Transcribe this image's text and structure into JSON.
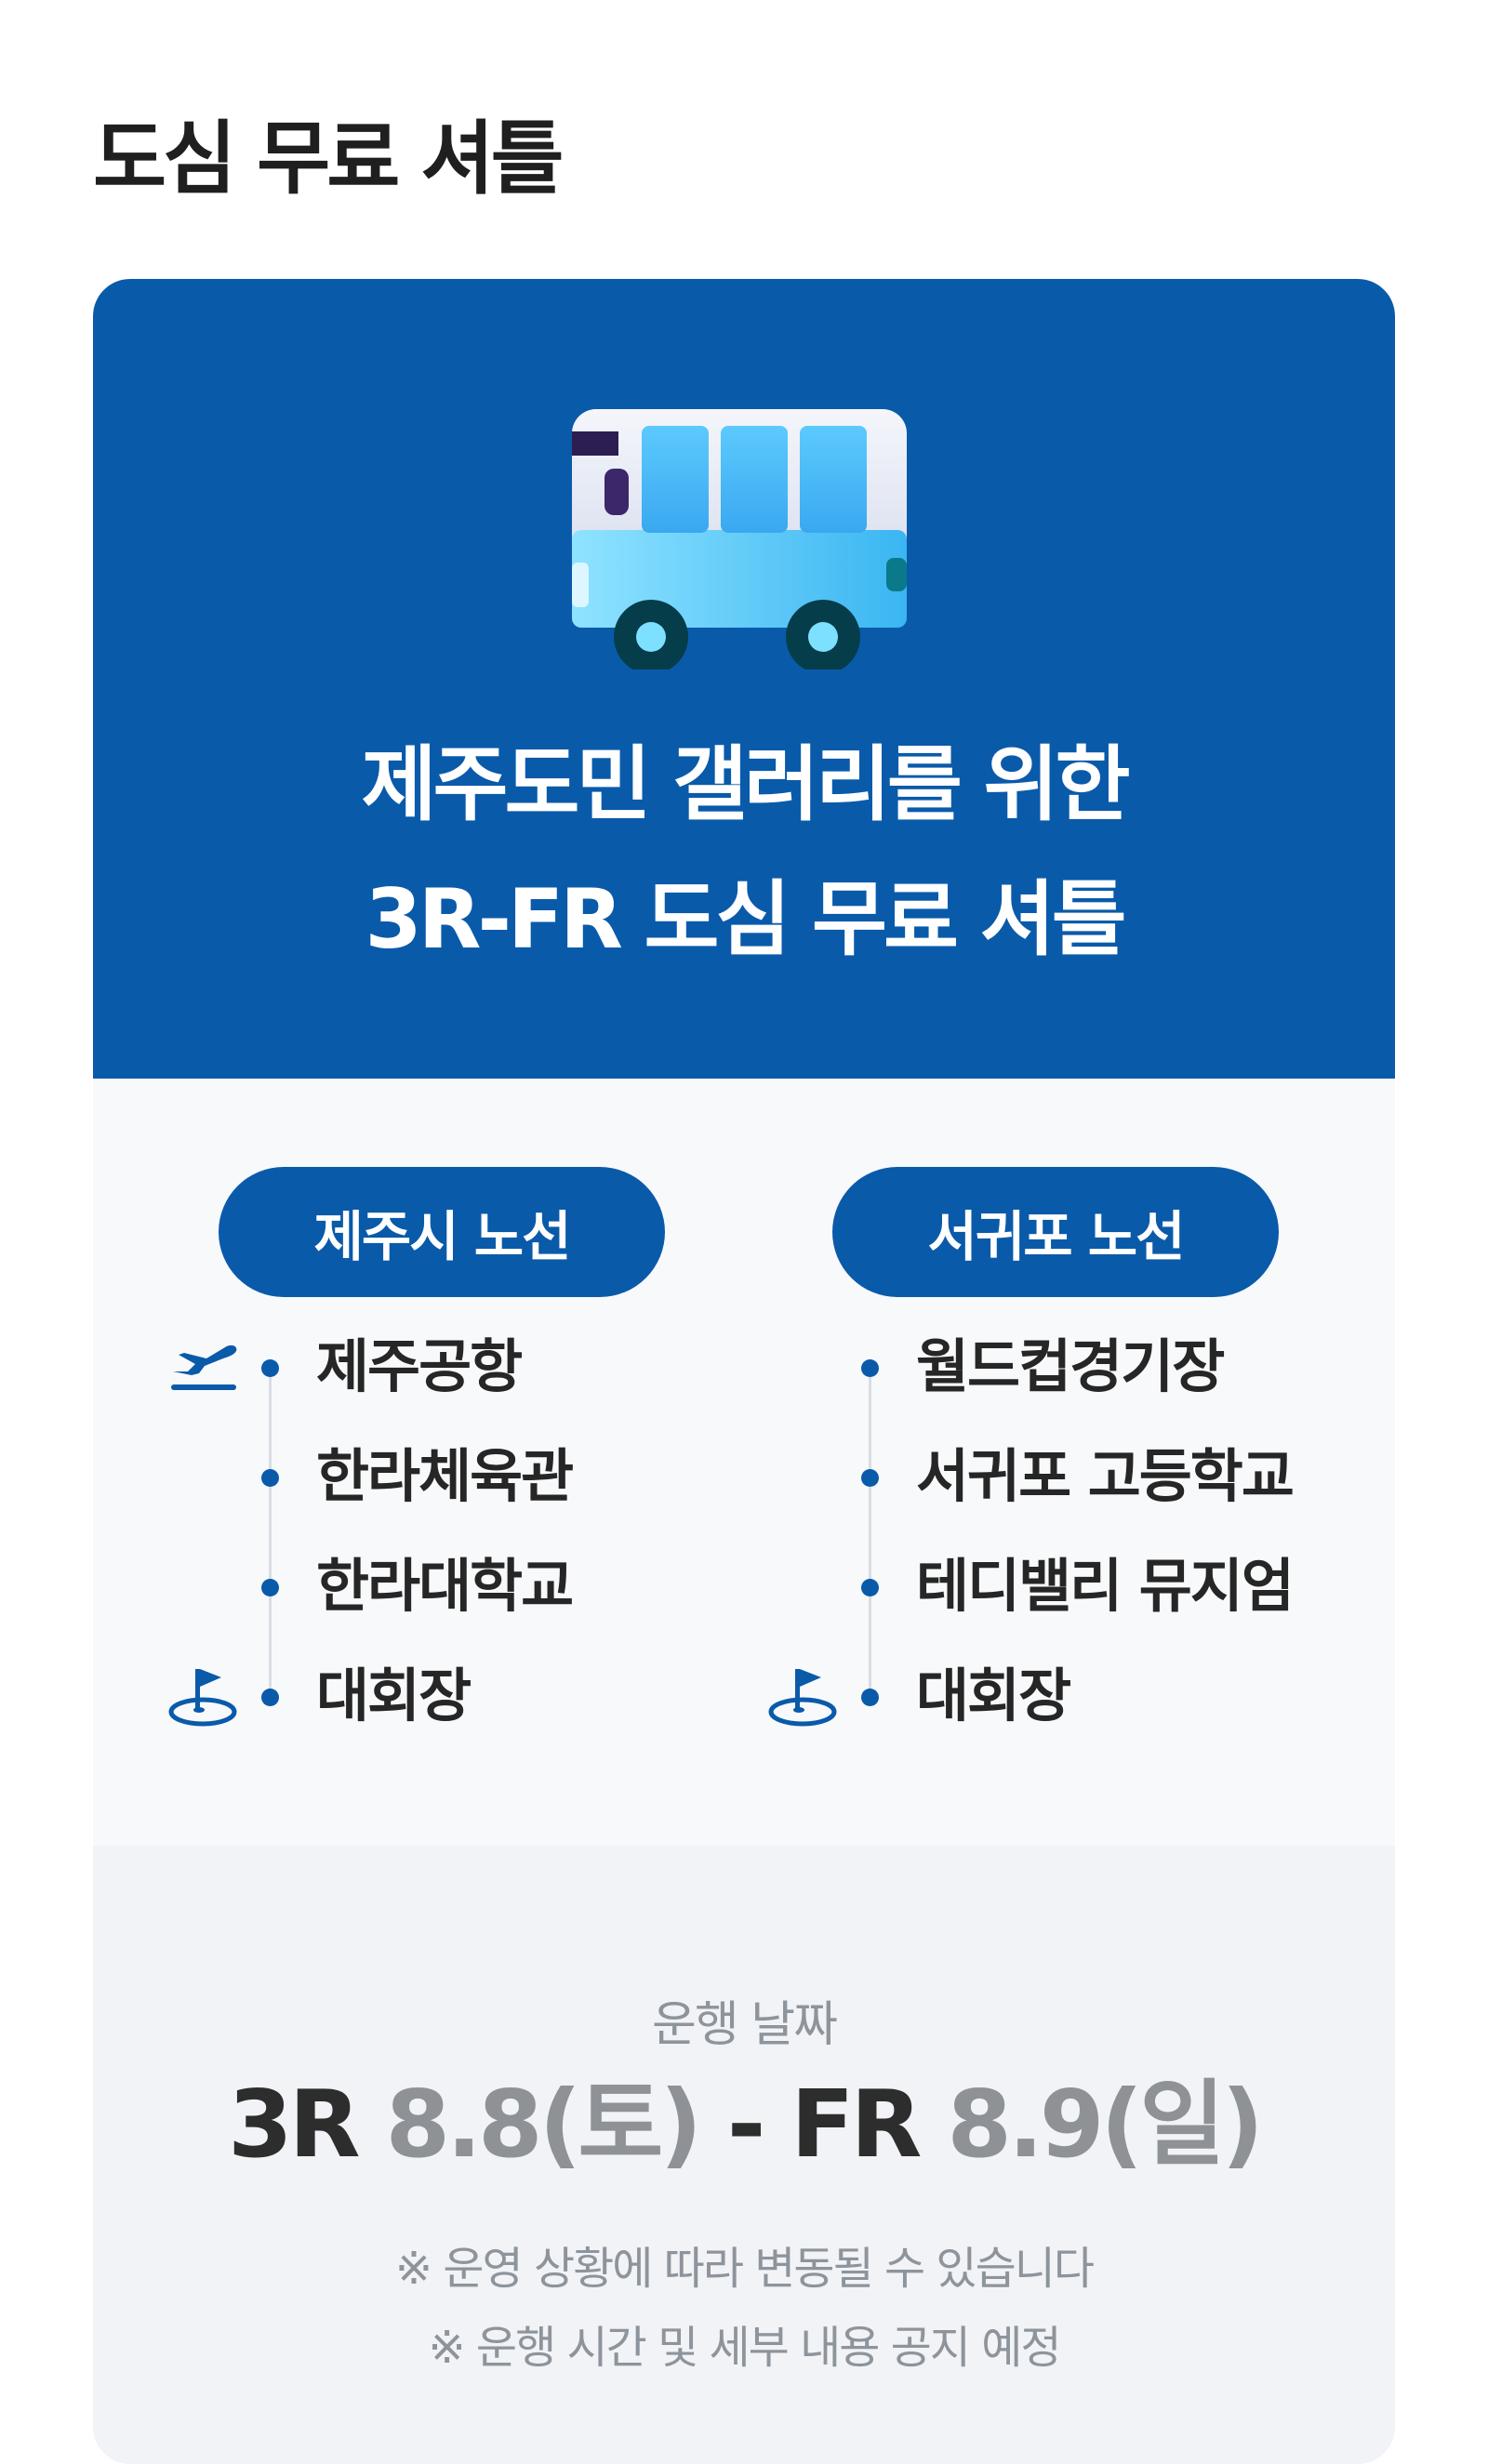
{
  "page": {
    "title": "도심 무료 셔틀"
  },
  "hero": {
    "line1": "제주도민 갤러리를 위한",
    "line2": "3R-FR 도심 무료 셔틀",
    "icon": "bus-icon"
  },
  "routes": [
    {
      "name": "제주시 노선",
      "stops": [
        {
          "label": "제주공항",
          "icon": "airplane-departure-icon"
        },
        {
          "label": "한라체육관",
          "icon": ""
        },
        {
          "label": "한라대학교",
          "icon": ""
        },
        {
          "label": "대회장",
          "icon": "golf-flag-icon"
        }
      ]
    },
    {
      "name": "서귀포 노선",
      "stops": [
        {
          "label": "월드컵경기장",
          "icon": ""
        },
        {
          "label": "서귀포 고등학교",
          "icon": ""
        },
        {
          "label": "테디밸리 뮤지엄",
          "icon": ""
        },
        {
          "label": "대회장",
          "icon": "golf-flag-icon"
        }
      ]
    }
  ],
  "schedule": {
    "title": "운행 날짜",
    "start_round": "3R",
    "start_date": "8.8(토)",
    "separator": "-",
    "end_round": "FR",
    "end_date": "8.9(일)",
    "notes": [
      "※ 운영 상황에 따라 변동될 수 있습니다",
      "※ 운행 시간 및 세부 내용 공지 예정"
    ]
  },
  "colors": {
    "brand_blue": "#0a5aaa",
    "text_dark": "#262626",
    "text_muted": "#8e949c",
    "bus_body": "#4fc3f7"
  }
}
